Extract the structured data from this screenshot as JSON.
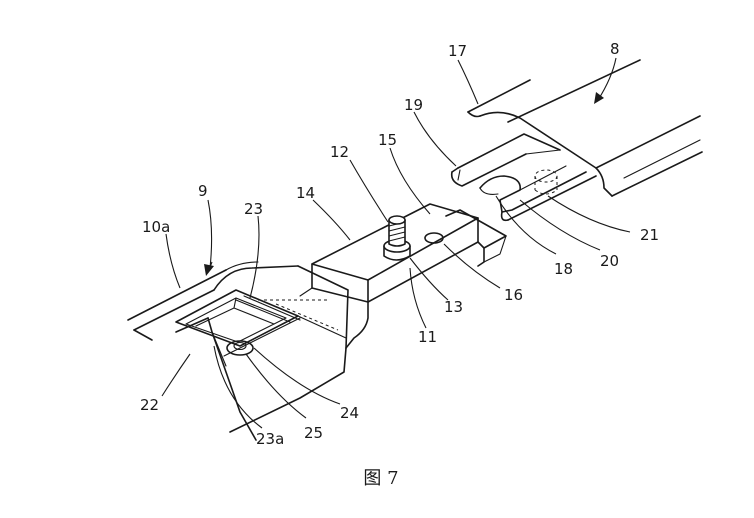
{
  "figure": {
    "caption": "图 7",
    "labels": {
      "l8": "8",
      "l9": "9",
      "l10a": "10a",
      "l11": "11",
      "l12": "12",
      "l13": "13",
      "l14": "14",
      "l15": "15",
      "l16": "16",
      "l17": "17",
      "l18": "18",
      "l19": "19",
      "l20": "20",
      "l21": "21",
      "l22": "22",
      "l23": "23",
      "l23a": "23a",
      "l24": "24",
      "l25": "25"
    }
  }
}
